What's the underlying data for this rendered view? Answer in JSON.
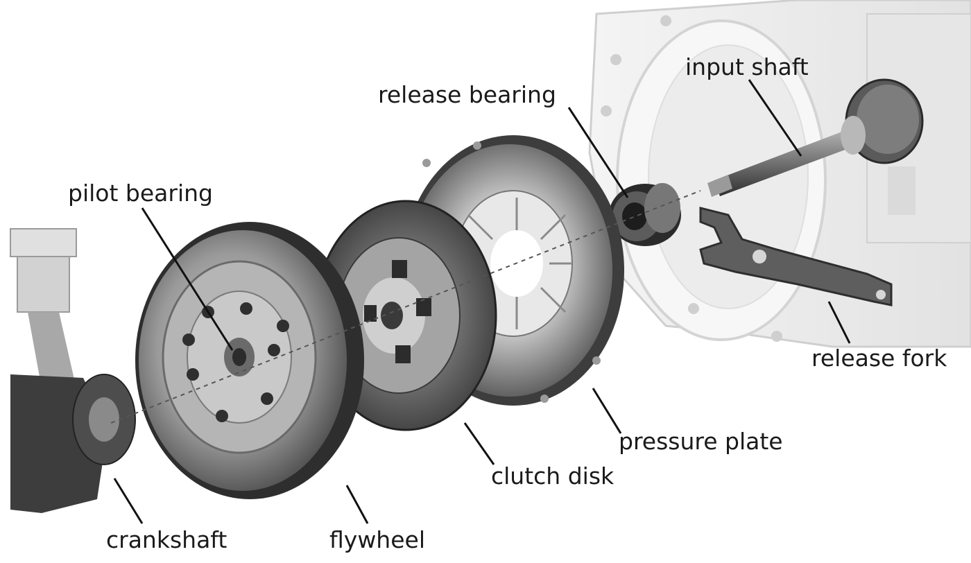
{
  "labels": {
    "input_shaft": "input shaft",
    "release_bearing": "release bearing",
    "pilot_bearing": "pilot bearing",
    "release_fork": "release fork",
    "pressure_plate": "pressure plate",
    "clutch_disk": "clutch disk",
    "crankshaft": "crankshaft",
    "flywheel": "flywheel"
  },
  "colors": {
    "label_text": "#1a1a1a",
    "leader_line": "#111111",
    "metal_dark": "#3a3a3a",
    "metal_mid": "#8c8c8c",
    "metal_light": "#d8d8d8",
    "housing": "#eeeeee"
  }
}
